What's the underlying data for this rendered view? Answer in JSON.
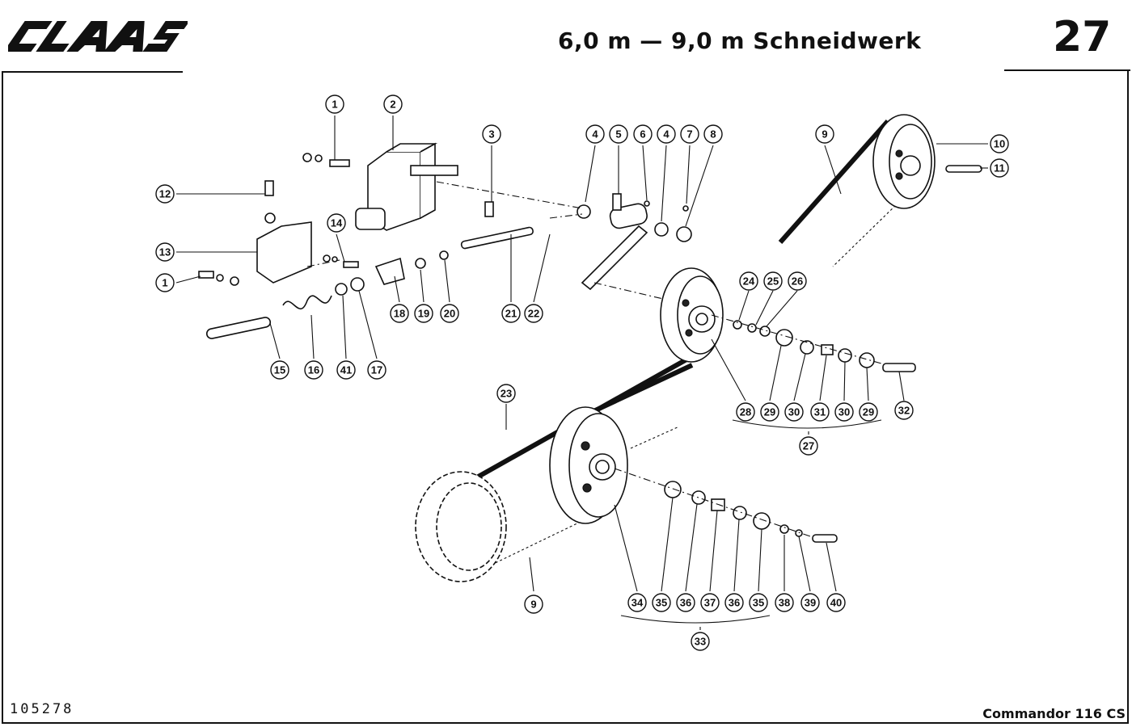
{
  "header": {
    "brand": "CLAAS",
    "title": "6,0 m — 9,0 m Schneidwerk",
    "page_number": "27"
  },
  "footer": {
    "doc_number": "105278",
    "model": "Commandor 116 CS"
  },
  "callouts": [
    "1",
    "2",
    "3",
    "4",
    "5",
    "6",
    "4",
    "7",
    "8",
    "9",
    "10",
    "11",
    "12",
    "13",
    "1",
    "14",
    "18",
    "19",
    "20",
    "21",
    "22",
    "15",
    "16",
    "41",
    "17",
    "24",
    "25",
    "26",
    "28",
    "29",
    "30",
    "31",
    "30",
    "29",
    "32",
    "27",
    "23",
    "9",
    "34",
    "35",
    "36",
    "37",
    "36",
    "35",
    "38",
    "39",
    "40",
    "33"
  ]
}
